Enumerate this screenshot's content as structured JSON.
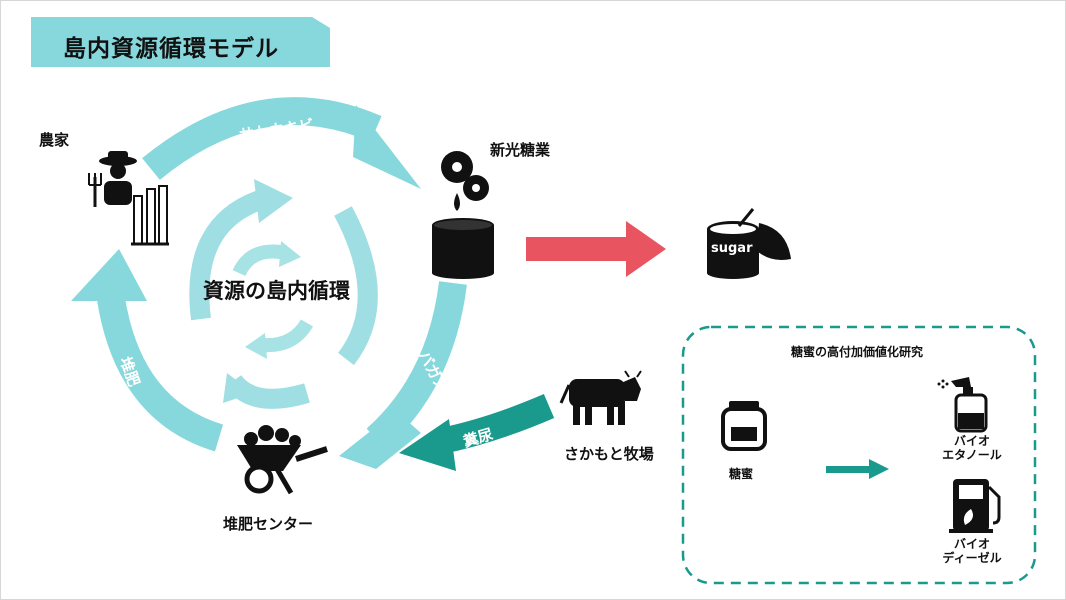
{
  "title": "島内資源循環モデル",
  "center_label": "資源の島内循環",
  "nodes": {
    "farmer": "農家",
    "sugar_mill": "新光糖業",
    "compost_center": "堆肥センター",
    "ranch": "さかもと牧場"
  },
  "flows": {
    "sugarcane": "サトウキビ",
    "bagasse": "バガス",
    "compost": "堆肥",
    "manure": "糞尿"
  },
  "sugar_can_label": "sugar",
  "research": {
    "title": "糖蜜の高付加価値化研究",
    "molasses": "糖蜜",
    "bioethanol": [
      "バイオ",
      "エタノール"
    ],
    "biodiesel": [
      "バイオ",
      "ディーゼル"
    ]
  },
  "colors": {
    "cycle": "#86d8dc",
    "cycle_inner": "#9fdfe3",
    "red_arrow": "#e85560",
    "teal_arrow": "#1a9a8c",
    "icon": "#111111"
  }
}
